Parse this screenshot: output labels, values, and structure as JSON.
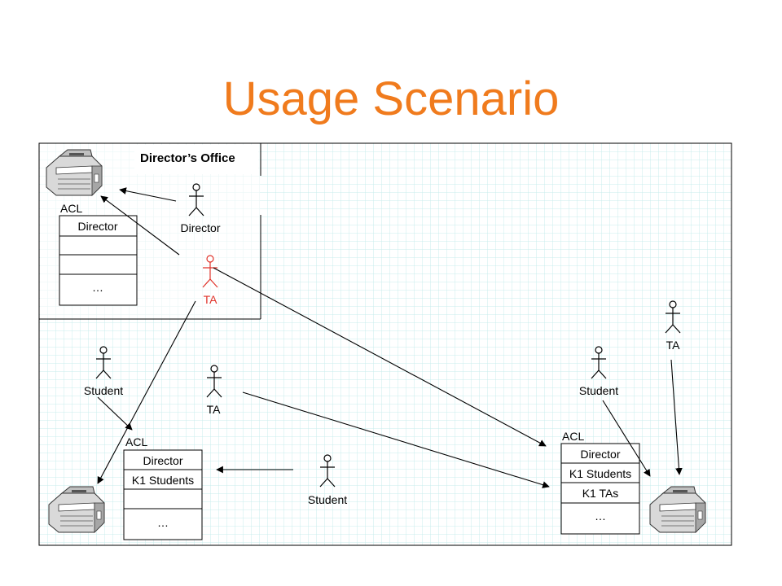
{
  "slide": {
    "title": "Usage Scenario"
  },
  "office": {
    "label": "Director’s Office"
  },
  "actors": {
    "director": "Director",
    "ta_office": "TA",
    "student_left": "Student",
    "ta_middle": "TA",
    "student_middle": "Student",
    "student_right": "Student",
    "ta_right": "TA"
  },
  "acls": {
    "office": {
      "label": "ACL",
      "rows": [
        "Director",
        "",
        "",
        "…"
      ]
    },
    "left": {
      "label": "ACL",
      "rows": [
        "Director",
        "K1 Students",
        "",
        "…"
      ]
    },
    "right": {
      "label": "ACL",
      "rows": [
        "Director",
        "K1 Students",
        "K1 TAs",
        "…"
      ]
    }
  },
  "colors": {
    "title": "#f07b1d",
    "ta_highlight": "#e0332a",
    "grid": "#c9ecec"
  },
  "icons": [
    "printer-icon",
    "stick-figure-icon"
  ]
}
